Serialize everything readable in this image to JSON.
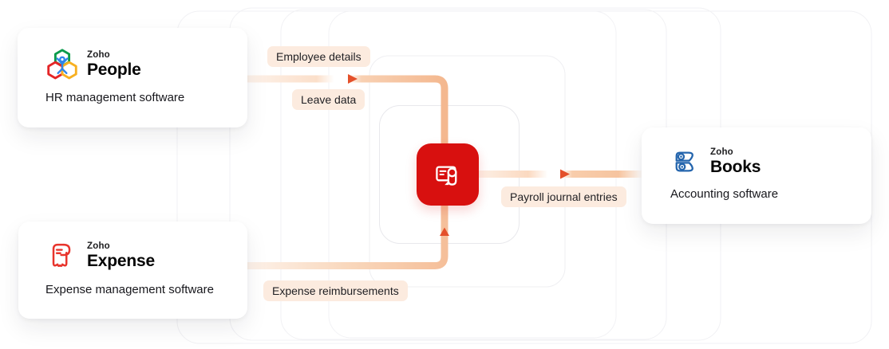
{
  "cards": {
    "people": {
      "brand": "Zoho",
      "product": "People",
      "tagline": "HR management software"
    },
    "expense": {
      "brand": "Zoho",
      "product": "Expense",
      "tagline": "Expense management software"
    },
    "books": {
      "brand": "Zoho",
      "product": "Books",
      "tagline": "Accounting software"
    }
  },
  "flow_labels": {
    "employee_details": "Employee details",
    "leave_data": "Leave data",
    "payroll_journal_entries": "Payroll journal entries",
    "expense_reimbursements": "Expense reimbursements"
  },
  "icons": {
    "people_logo": "zoho-people-logo",
    "expense_logo": "zoho-expense-logo",
    "books_logo": "zoho-books-logo",
    "payroll_icon": "zoho-payroll-app-icon",
    "flow_arrows": "flow-arrow"
  },
  "colors": {
    "payroll_red": "#d8100f",
    "arrow_orange": "#e4502a",
    "flow_peach": "#f5bd97",
    "label_bg": "#fcebdf",
    "people_green": "#0a9b4c",
    "people_red": "#e42527",
    "people_yellow": "#f7b021",
    "people_blue": "#2f86eb",
    "expense_red": "#e8342c",
    "books_blue": "#2465ad"
  }
}
